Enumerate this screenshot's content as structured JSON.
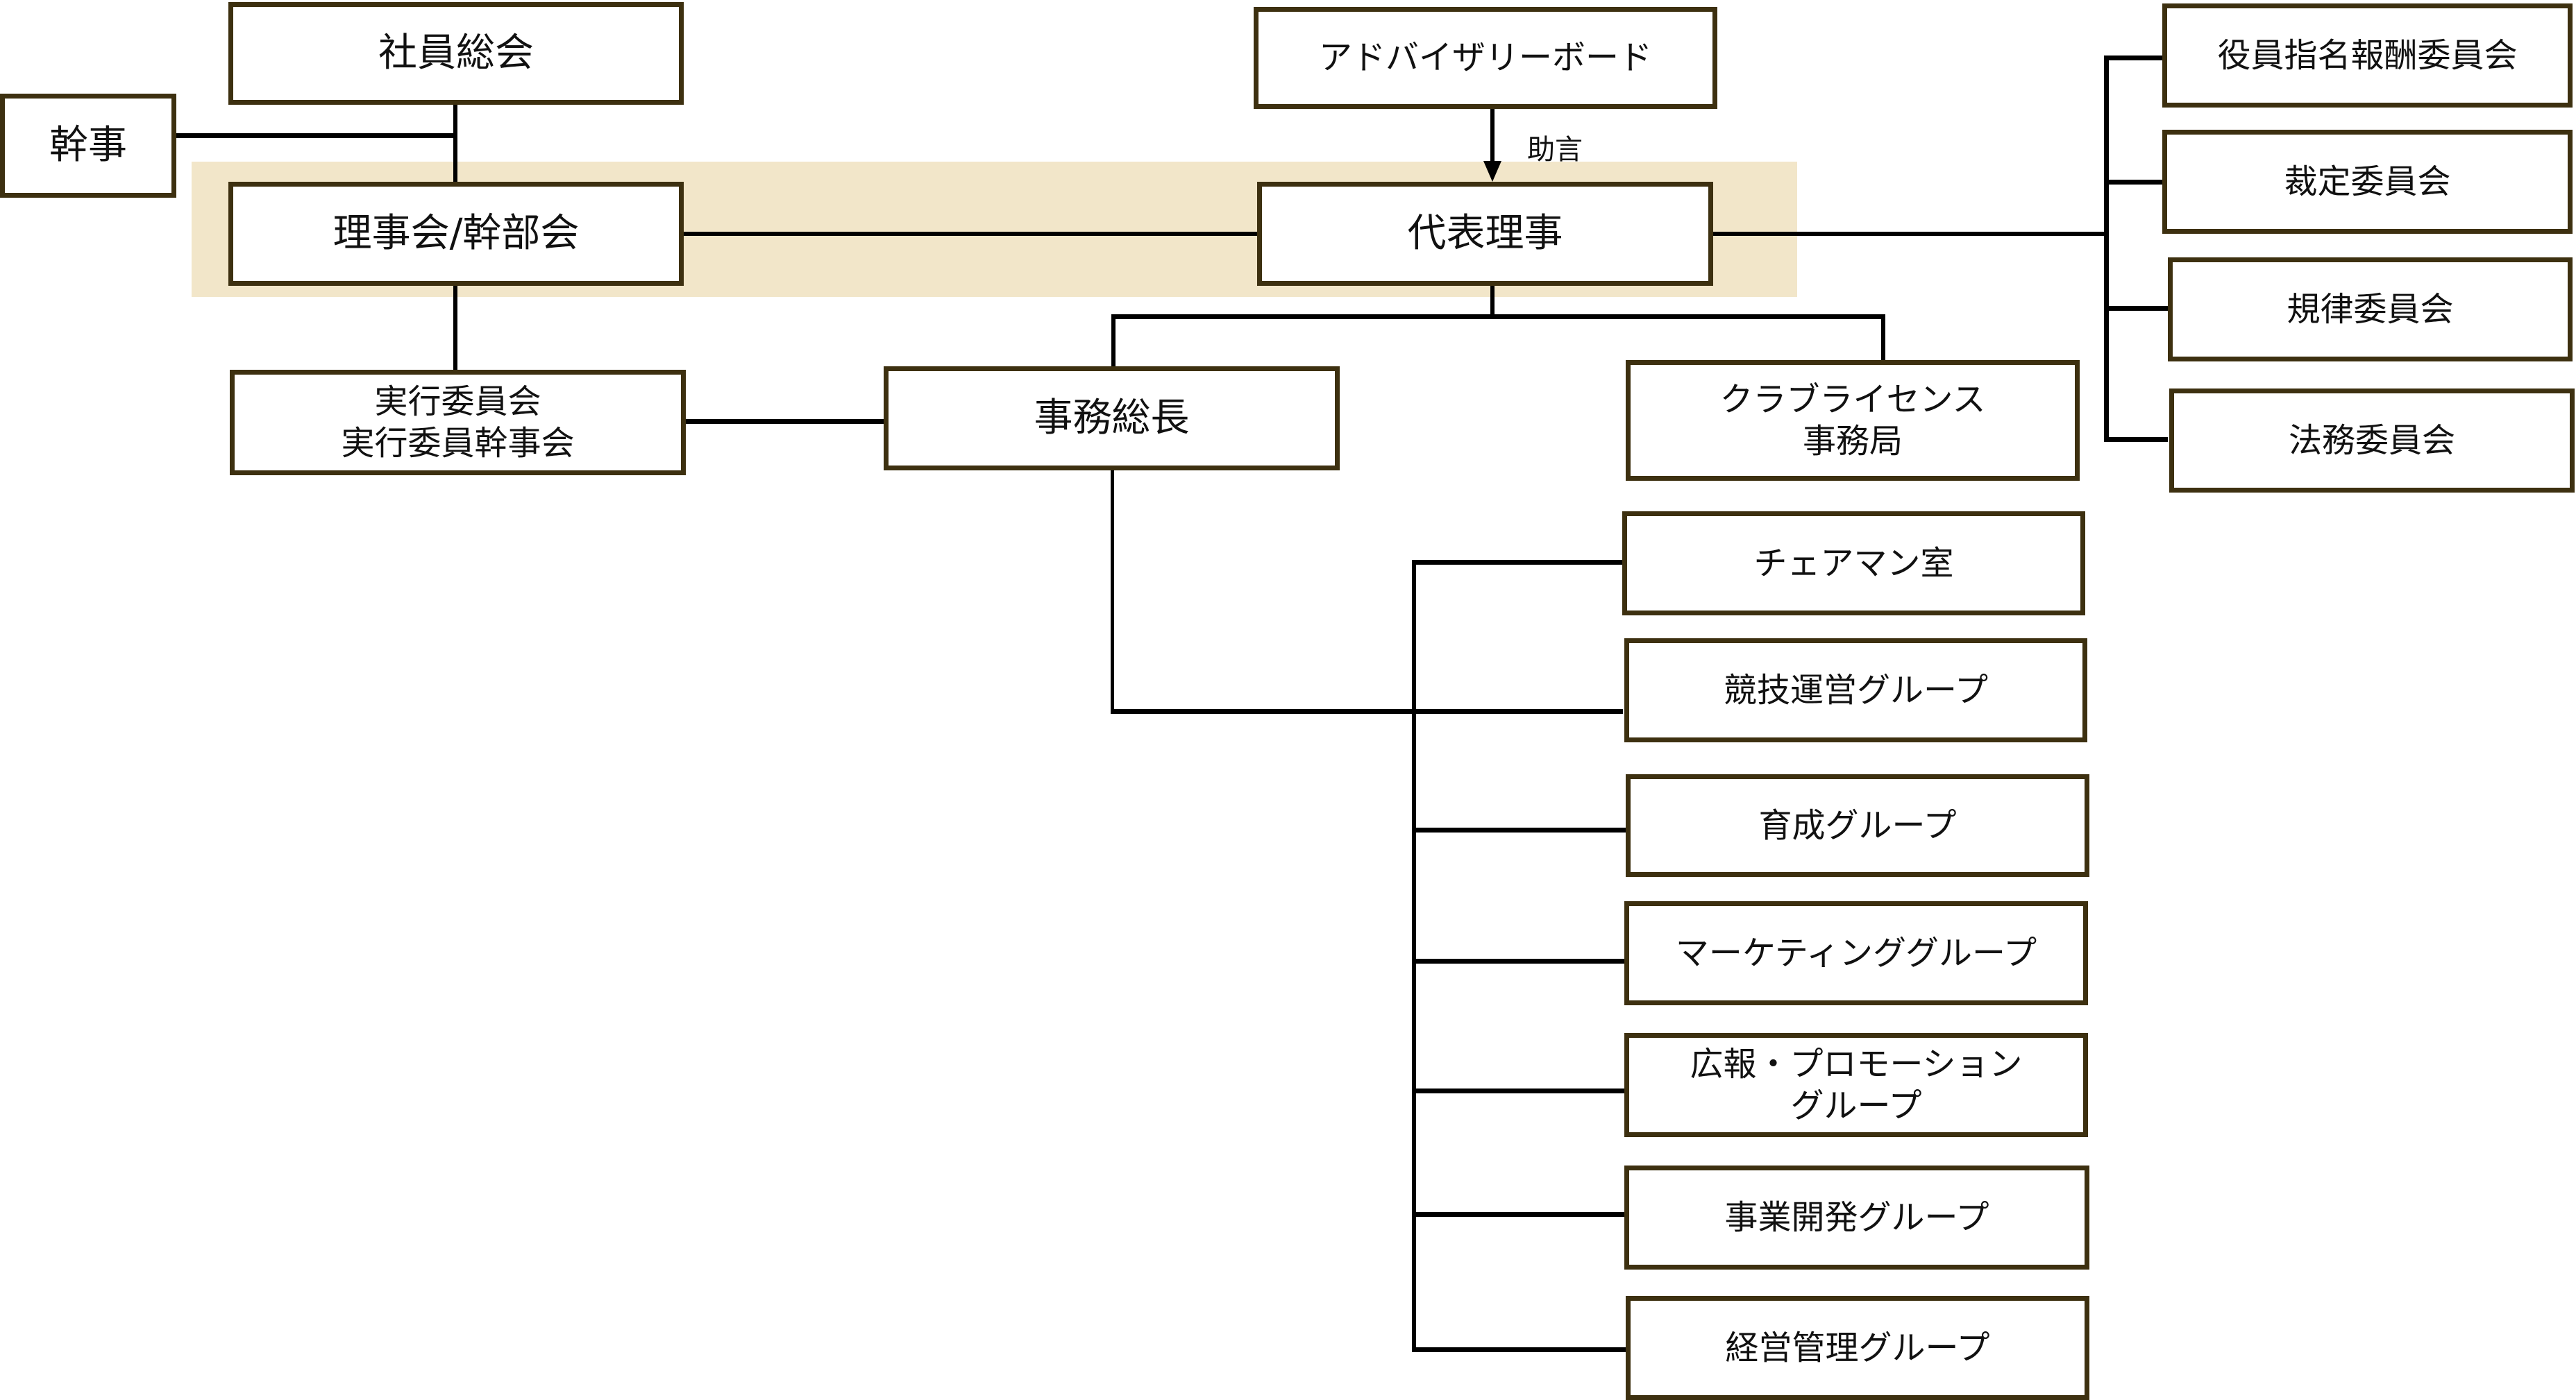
{
  "diagram": {
    "highlight_color": "#f2e6c9",
    "border_color": "#3d3010",
    "top": {
      "general_meeting": "社員総会",
      "secretary": "幹事",
      "board": "理事会/幹部会",
      "representative_director": "代表理事",
      "advisory_board": "アドバイザリーボード",
      "advice_label": "助言"
    },
    "executive_committee": {
      "line1": "実行委員会",
      "line2": "実行委員幹事会"
    },
    "secretary_general": "事務総長",
    "club_license": {
      "line1": "クラブライセンス",
      "line2": "事務局"
    },
    "committees": [
      "役員指名報酬委員会",
      "裁定委員会",
      "規律委員会",
      "法務委員会"
    ],
    "groups": [
      {
        "line1": "チェアマン室",
        "line2": ""
      },
      {
        "line1": "競技運営グループ",
        "line2": ""
      },
      {
        "line1": "育成グループ",
        "line2": ""
      },
      {
        "line1": "マーケティンググループ",
        "line2": ""
      },
      {
        "line1": "広報・プロモーション",
        "line2": "グループ"
      },
      {
        "line1": "事業開発グループ",
        "line2": ""
      },
      {
        "line1": "経営管理グループ",
        "line2": ""
      }
    ]
  }
}
